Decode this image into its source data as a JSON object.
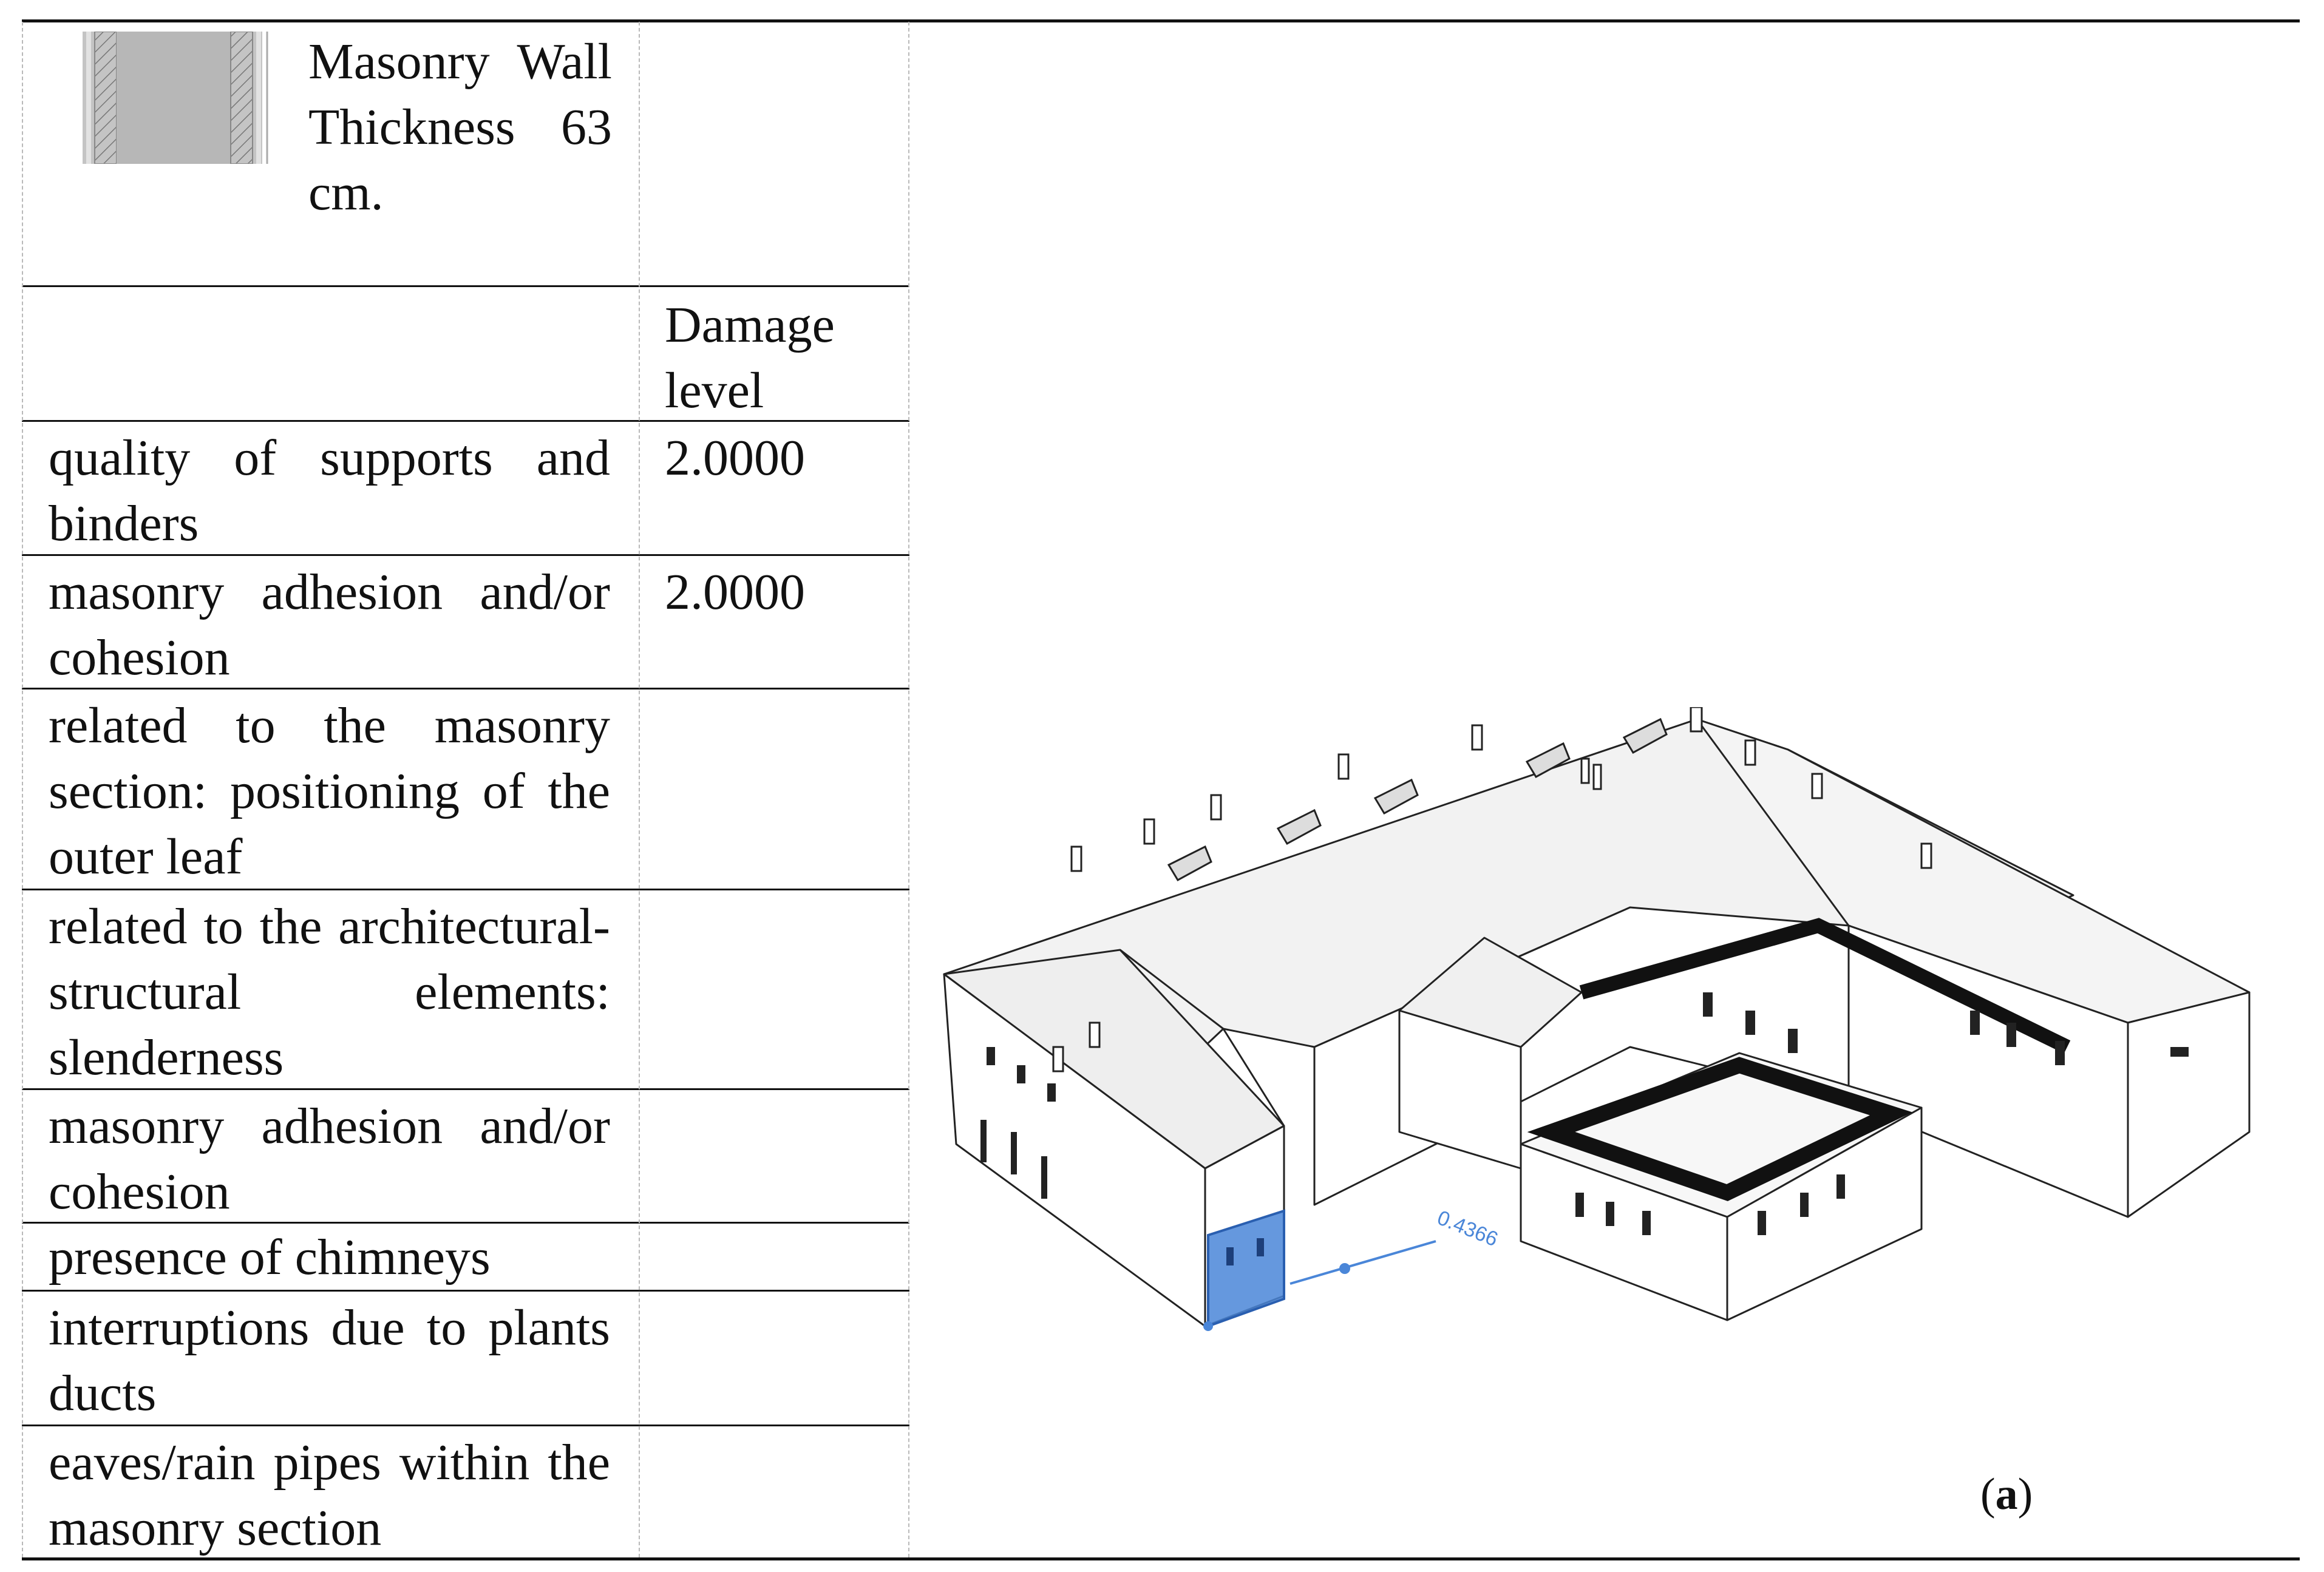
{
  "legend": {
    "material_label": "Masonry Wall Thickness 63 cm."
  },
  "table": {
    "header": {
      "damage_level": "Damage level"
    },
    "rows": [
      {
        "label": "quality of supports and binders",
        "value": "2.0000"
      },
      {
        "label": "masonry adhesion and/or cohesion",
        "value": "2.0000"
      },
      {
        "label": "related to the masonry section: positioning of the outer leaf",
        "value": ""
      },
      {
        "label": "related to the architectural-structural elements: slenderness",
        "value": ""
      },
      {
        "label": "masonry adhesion and/or cohesion",
        "value": ""
      },
      {
        "label": "presence of chimneys",
        "value": ""
      },
      {
        "label": "interruptions due to plants ducts",
        "value": ""
      },
      {
        "label": "eaves/rain pipes within the masonry section",
        "value": ""
      }
    ]
  },
  "figure": {
    "dimension_tag": "0.4366",
    "caption_open": "(",
    "caption_letter": "a",
    "caption_close": ")",
    "colors": {
      "highlight": "#4a86d8",
      "outline": "#222222",
      "roof": "#f2f2f2"
    }
  }
}
